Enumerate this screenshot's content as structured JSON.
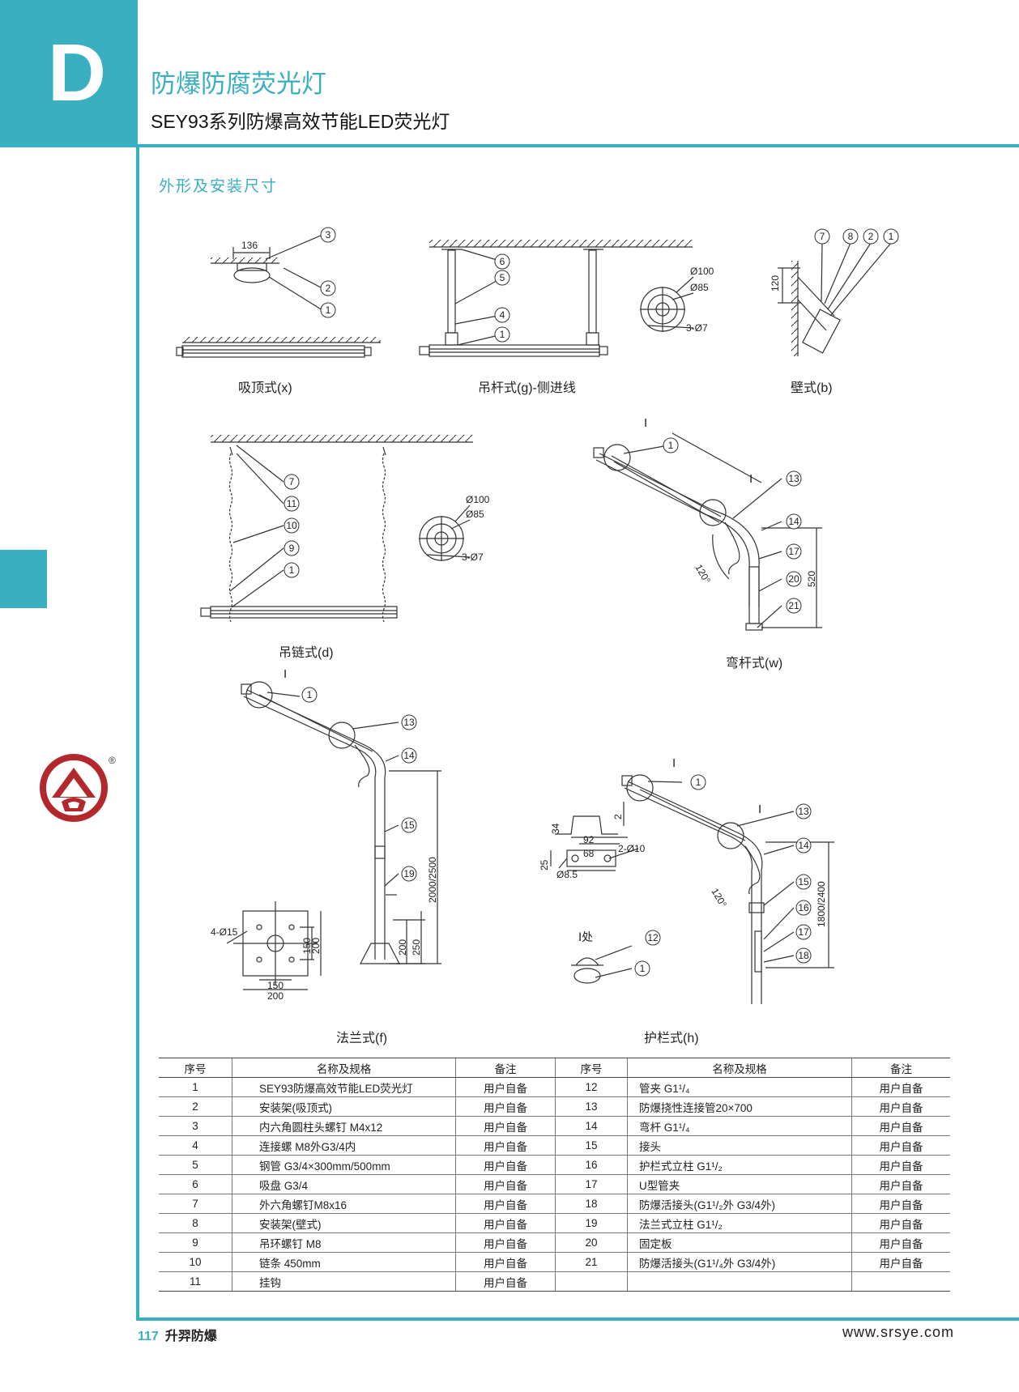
{
  "header": {
    "letter": "D",
    "title": "防爆防腐荧光灯",
    "subtitle": "SEY93系列防爆高效节能LED荧光灯"
  },
  "section_title": "外形及安装尺寸",
  "captions": {
    "x": "吸顶式(x)",
    "g": "吊杆式(g)-侧进线",
    "b": "壁式(b)",
    "d": "吊链式(d)",
    "w": "弯杆式(w)",
    "f": "法兰式(f)",
    "h": "护栏式(h)",
    "detail": "Ⅰ处"
  },
  "dims": {
    "d136": "136",
    "d100": "Ø100",
    "d85": "Ø85",
    "d3_7": "3-Ø7",
    "d120": "120",
    "d520": "520",
    "a120": "120°",
    "d2000": "2000/2500",
    "d4_15": "4-Ø15",
    "d150": "150",
    "d200": "200",
    "d250": "250",
    "d92": "92",
    "d68": "68",
    "d34": "34",
    "d2": "2",
    "d25": "25",
    "d2_10": "2-Ø10",
    "d8_5": "Ø8.5",
    "d1800": "1800/2400",
    "mark": "I"
  },
  "table": {
    "headers": [
      "序号",
      "名称及规格",
      "备注",
      "序号",
      "名称及规格",
      "备注"
    ],
    "rows": [
      [
        "1",
        "SEY93防爆高效节能LED荧光灯",
        "用户自备",
        "12",
        "管夹 G1¹/₄",
        "用户自备"
      ],
      [
        "2",
        "安装架(吸顶式)",
        "用户自备",
        "13",
        "防爆挠性连接管20×700",
        "用户自备"
      ],
      [
        "3",
        "内六角圆柱头螺钉 M4x12",
        "用户自备",
        "14",
        "弯杆 G1¹/₄",
        "用户自备"
      ],
      [
        "4",
        "连接螺 M8外G3/4内",
        "用户自备",
        "15",
        "接头",
        "用户自备"
      ],
      [
        "5",
        "钢管 G3/4×300mm/500mm",
        "用户自备",
        "16",
        "护栏式立柱 G1¹/₂",
        "用户自备"
      ],
      [
        "6",
        "吸盘 G3/4",
        "用户自备",
        "17",
        "U型管夹",
        "用户自备"
      ],
      [
        "7",
        "外六角螺钉M8x16",
        "用户自备",
        "18",
        "防爆活接头(G1¹/₂外 G3/4外)",
        "用户自备"
      ],
      [
        "8",
        "安装架(壁式)",
        "用户自备",
        "19",
        "法兰式立柱 G1¹/₂",
        "用户自备"
      ],
      [
        "9",
        "吊环螺钉 M8",
        "用户自备",
        "20",
        "固定板",
        "用户自备"
      ],
      [
        "10",
        "链条 450mm",
        "用户自备",
        "21",
        "防爆活接头(G1¹/₄外 G3/4外)",
        "用户自备"
      ],
      [
        "11",
        "挂钩",
        "用户自备",
        "",
        "",
        ""
      ]
    ]
  },
  "footer": {
    "page_number": "117",
    "brand": "升羿防爆",
    "website": "www.srsye.com"
  },
  "colors": {
    "accent": "#3aafbf",
    "logo": "#b3282d"
  },
  "logo_icon": "company-logo-icon"
}
